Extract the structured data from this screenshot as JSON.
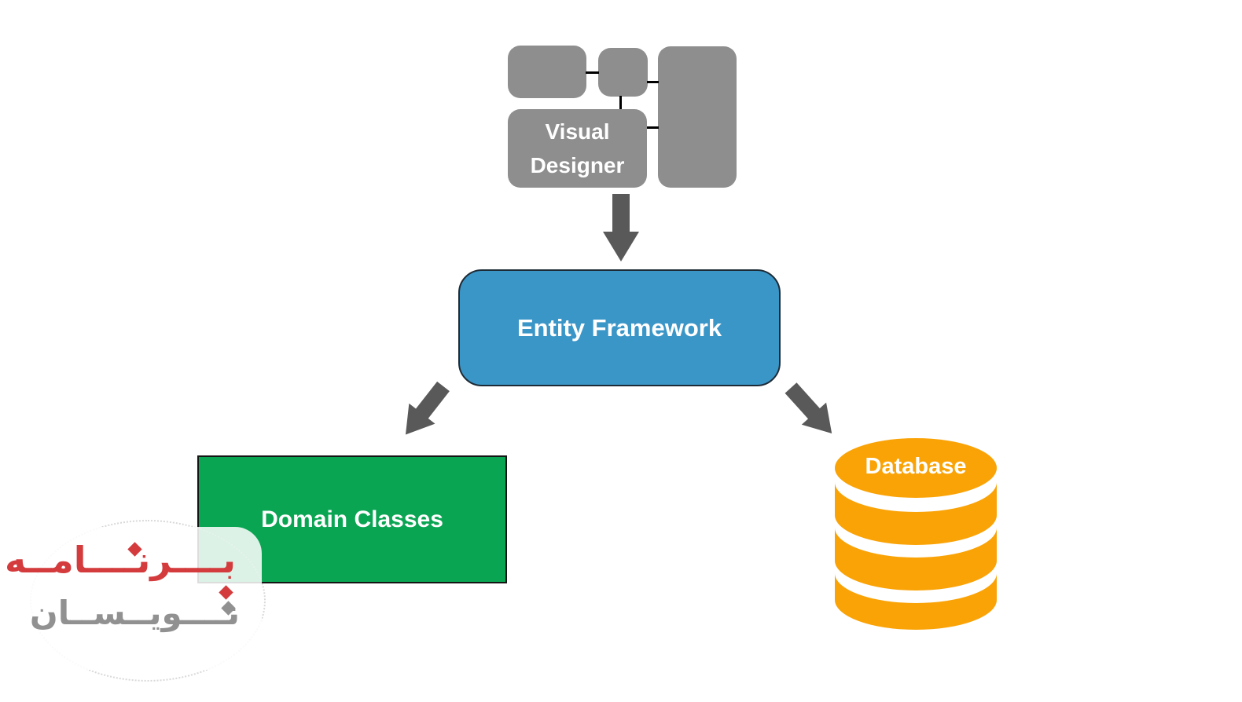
{
  "colors": {
    "box-gray": "#8E8E8E",
    "arrow-gray": "#595959",
    "ef-blue": "#3B96C8",
    "green": "#0AA553",
    "orange": "#FAA306",
    "watermark-red": "#D43B3D",
    "watermark-gray": "#919191"
  },
  "nodes": {
    "visual_designer": {
      "label": "Visual Designer"
    },
    "entity_framework": {
      "label": "Entity Framework"
    },
    "domain_classes": {
      "label": "Domain Classes"
    },
    "database": {
      "label": "Database"
    }
  },
  "watermark": {
    "line1": "بــــرنــــامــه",
    "line2": "نــــويــســان"
  }
}
